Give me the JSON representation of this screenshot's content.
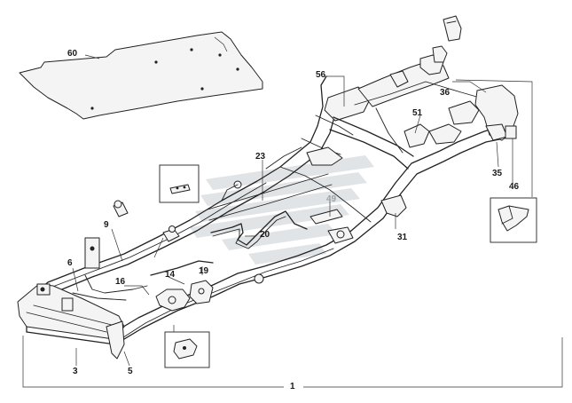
{
  "diagram": {
    "watermark_color": "#c9ced3",
    "line_color": "#222222",
    "highlight_label_color": "#9aa0a6",
    "callouts": {
      "c60": "60",
      "c56": "56",
      "c36": "36",
      "c51": "51",
      "c23": "23",
      "c49": "49",
      "c35": "35",
      "c46": "46",
      "c9": "9",
      "c20": "20",
      "c31": "31",
      "c6": "6",
      "c16": "16",
      "c14": "14",
      "c19": "19",
      "c3": "3",
      "c5": "5",
      "c1": "1"
    },
    "icons": {
      "inset_clip": "clip-bracket-icon",
      "inset_tab": "tab-plate-icon",
      "inset_bracket": "rear-bracket-icon",
      "watermark": "logo-watermark-icon"
    }
  }
}
